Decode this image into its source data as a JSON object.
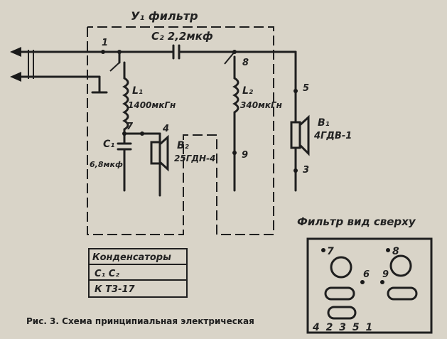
{
  "labels": {
    "title": "У₁ фильтр",
    "c2": "C₂ 2,2мкф",
    "n1": "1",
    "n8": "8",
    "n5": "5",
    "n7": "7",
    "n4": "4",
    "n9": "9",
    "n3": "3",
    "l1_name": "L₁",
    "l1_val": "1400мкГн",
    "l2_name": "L₂",
    "l2_val": "340мкГн",
    "c1_name": "C₁",
    "c1_val": "6,8мкф",
    "b2_name": "B₂",
    "b2_val": "25ГДН-4",
    "b1_name": "B₁",
    "b1_val": "4ГДВ-1"
  },
  "table": {
    "header": "Конденсаторы",
    "row1": "C₁ C₂",
    "row2": "К Т3-17"
  },
  "top_view": {
    "title": "Фильтр вид сверху",
    "n7": "7",
    "n8": "8",
    "n6": "6",
    "n9": "9",
    "bottom_row": "4 2 3 5 1"
  },
  "caption": "Рис. 3. Схема принципиальная электрическая"
}
